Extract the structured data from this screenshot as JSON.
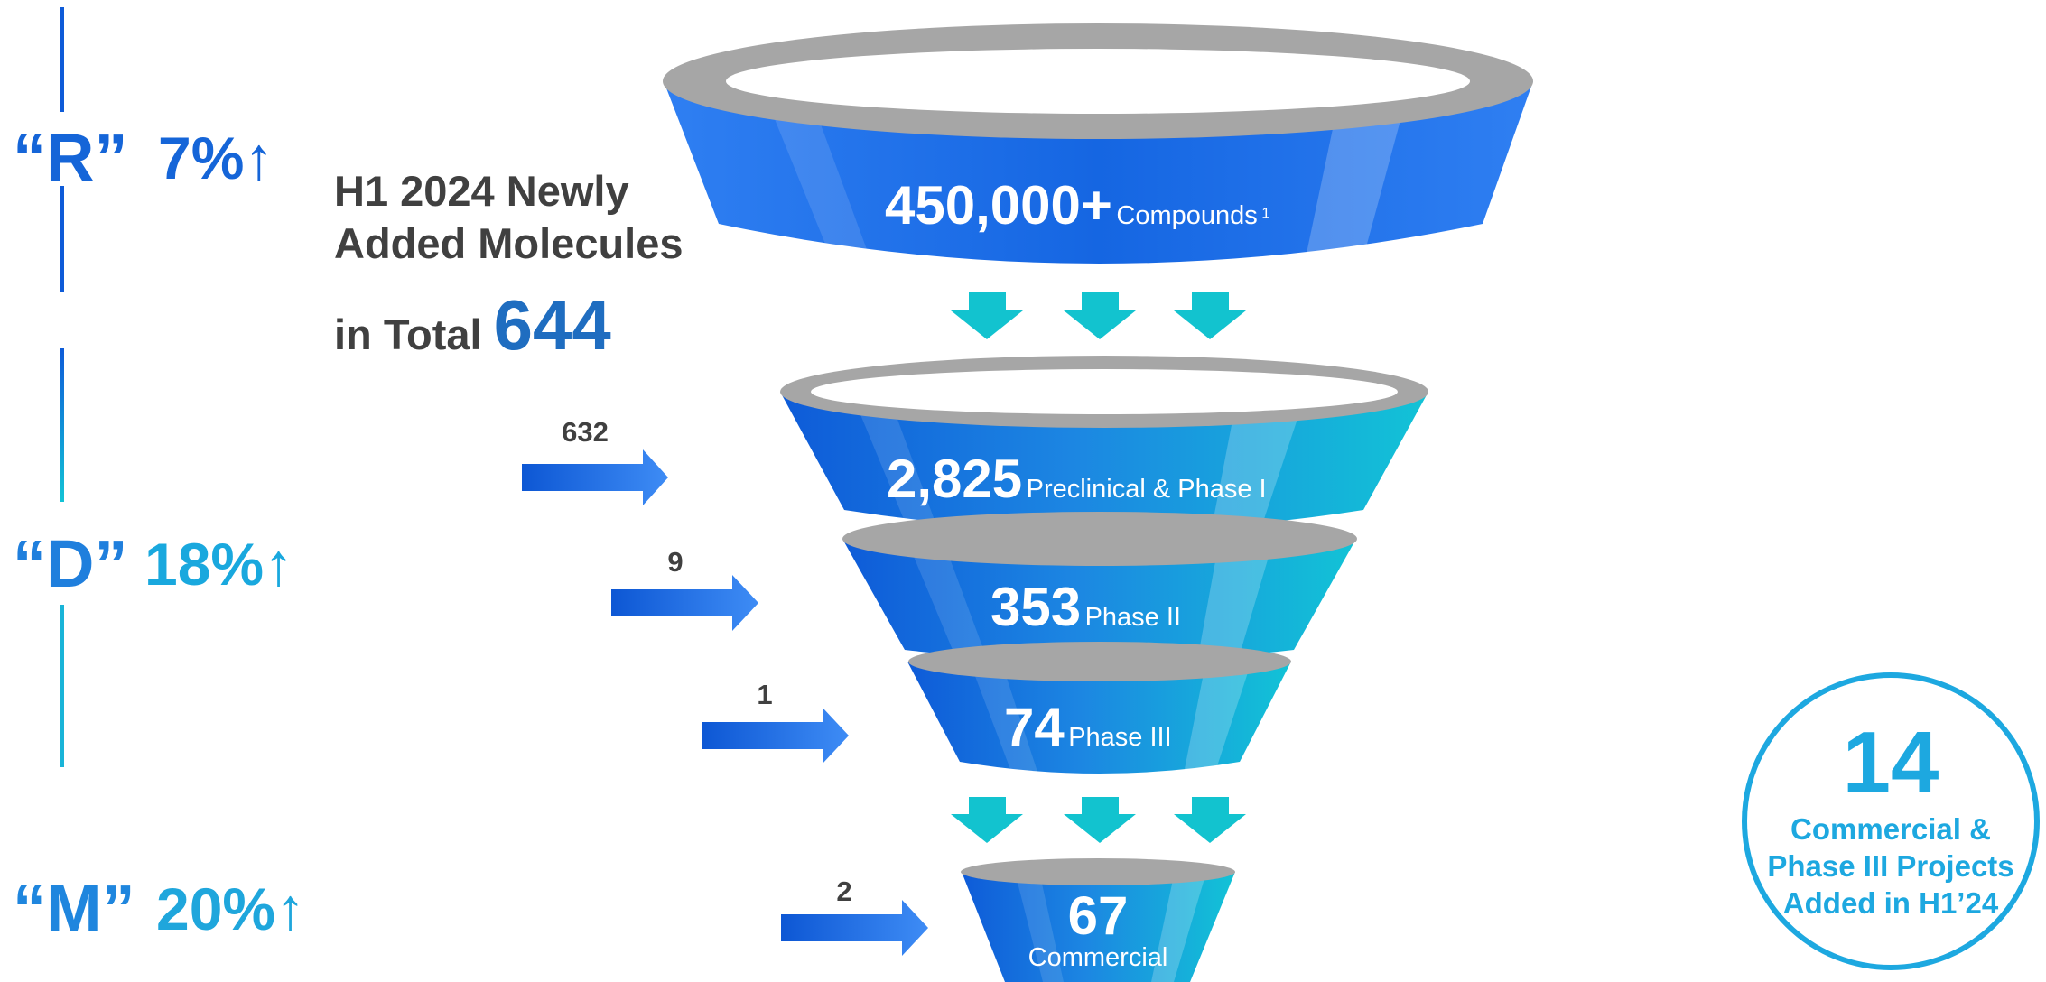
{
  "labels": {
    "r": {
      "letter": "“R”",
      "value": "7%↑"
    },
    "d": {
      "letter": "“D”",
      "value": "18%↑"
    },
    "m": {
      "letter": "“M”",
      "value": "20%↑"
    }
  },
  "headline": {
    "line1": "H1 2024 Newly",
    "line2": "Added Molecules",
    "line3_prefix": "in Total",
    "total": "644"
  },
  "funnel": {
    "compounds": {
      "value": "450,000+",
      "label": "Compounds",
      "footnote": "1"
    },
    "preclinical": {
      "value": "2,825",
      "label": "Preclinical & Phase I",
      "added": "632"
    },
    "phase2": {
      "value": "353",
      "label": "Phase II",
      "added": "9"
    },
    "phase3": {
      "value": "74",
      "label": "Phase III",
      "added": "1"
    },
    "commercial": {
      "value": "67",
      "label": "Commercial",
      "added": "2"
    }
  },
  "highlight": {
    "value": "14",
    "line1": "Commercial &",
    "line2": "Phase III Projects",
    "line3": "Added in H1’24"
  },
  "colors": {
    "blue_dark": "#0E5BD8",
    "blue_mid": "#2F7FF2",
    "cyan": "#12C3D6",
    "teal_arrow": "#12C3CF",
    "rim_gray": "#A6A6A6",
    "circle": "#1DA8E0",
    "text_dark": "#404040",
    "label_blue": "#1F6DC0",
    "label_cyan": "#19B4D8"
  }
}
